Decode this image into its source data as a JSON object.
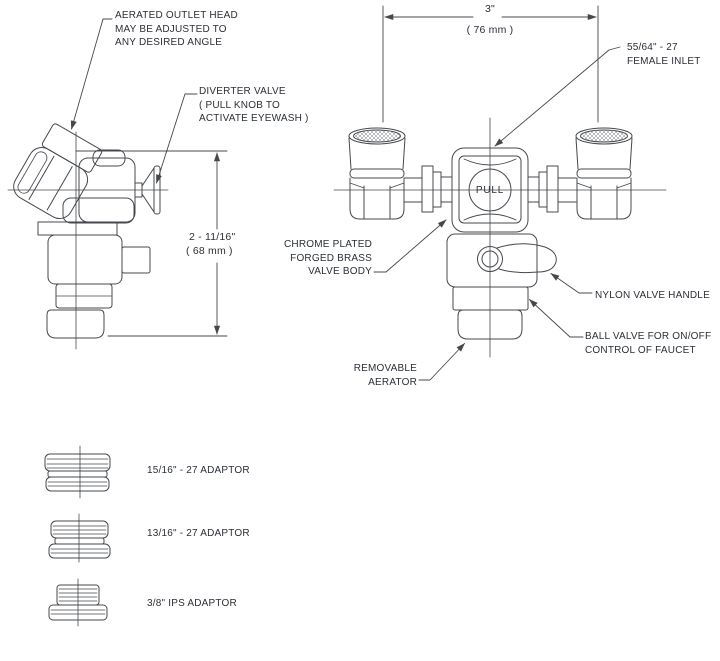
{
  "page": {
    "background": "#ffffff",
    "line_color": "#45484d",
    "text_color": "#2b2f37"
  },
  "left_view": {
    "description": "side view of faucet-mounted eyewash",
    "labels": {
      "aerated_outlet_head": "AERATED OUTLET HEAD\nMAY BE ADJUSTED TO\nANY DESIRED ANGLE",
      "diverter_valve": "DIVERTER VALVE\n( PULL KNOB TO\nACTIVATE EYEWASH )"
    },
    "dimension_height": {
      "imperial": "2 - 11/16\"",
      "metric": "( 68 mm )"
    }
  },
  "front_view": {
    "description": "front view of faucet-mounted eyewash",
    "labels": {
      "female_inlet": "55/64\" - 27\nFEMALE INLET",
      "valve_body": "CHROME PLATED\nFORGED BRASS\nVALVE BODY",
      "nylon_valve_handle": "NYLON VALVE HANDLE",
      "ball_valve": "BALL VALVE FOR ON/OFF\nCONTROL OF FAUCET",
      "removable_aerator": "REMOVABLE\nAERATOR",
      "pull_knob": "PULL"
    },
    "dimension_width": {
      "imperial": "3\"",
      "metric": "( 76 mm )"
    }
  },
  "adaptors": [
    {
      "label": "15/16\" - 27 ADAPTOR"
    },
    {
      "label": "13/16\" - 27 ADAPTOR"
    },
    {
      "label": "3/8\" IPS ADAPTOR"
    }
  ]
}
